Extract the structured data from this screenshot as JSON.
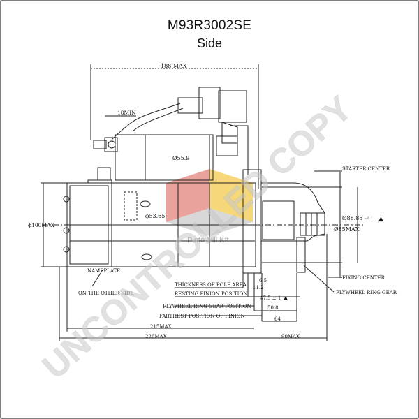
{
  "header": {
    "model": "M93R3002SE",
    "view": "Side"
  },
  "dimensions": {
    "overall_length": "188 MAX",
    "terminal_clearance": "18MIN",
    "solenoid_diameter": "Ø55.9",
    "body_diameter": "ϕ53.65",
    "body_height": "ϕ100MAX",
    "flange_diameter_a": "Ø88.88",
    "flange_tolerance": "- 0.1",
    "pilot_diameter": "Ø85MAX",
    "pole_area_value": "6.5",
    "flange_value": "11.2",
    "pinion_value": "47.5 ± 1",
    "ring_gear_value": "50.8",
    "farthest_value": "64",
    "length_215": "215MAX",
    "length_226": "226MAX",
    "length_90": "90MAX"
  },
  "labels": {
    "starter_center": "STARTER CENTER",
    "fixing_center": "FIXING CENTER",
    "flywheel_ring_gear": "FLYWHEEL RING GEAR",
    "nameplate": "NAMEPLATE",
    "other_side": "ON THE OTHER SIDE",
    "pole_area": "THICKNESS OF POLE AREA",
    "resting_pinion": "RESTING PINION POSITION",
    "flywheel_center": "FLYWHEEL RING GEAR POSITION",
    "farthest": "FARTHEST POSITION OF PINION"
  },
  "symbols": {
    "datum": "▲"
  },
  "watermark": {
    "text": "UNCONTROLLED COPY",
    "logo_text": "Pintó-Vill Kft"
  },
  "colors": {
    "line": "#222222",
    "watermark": "#c8c8c8",
    "logo_red": "#d23a2a",
    "logo_yellow": "#f2c230",
    "logo_gray": "#9a9a9a"
  }
}
